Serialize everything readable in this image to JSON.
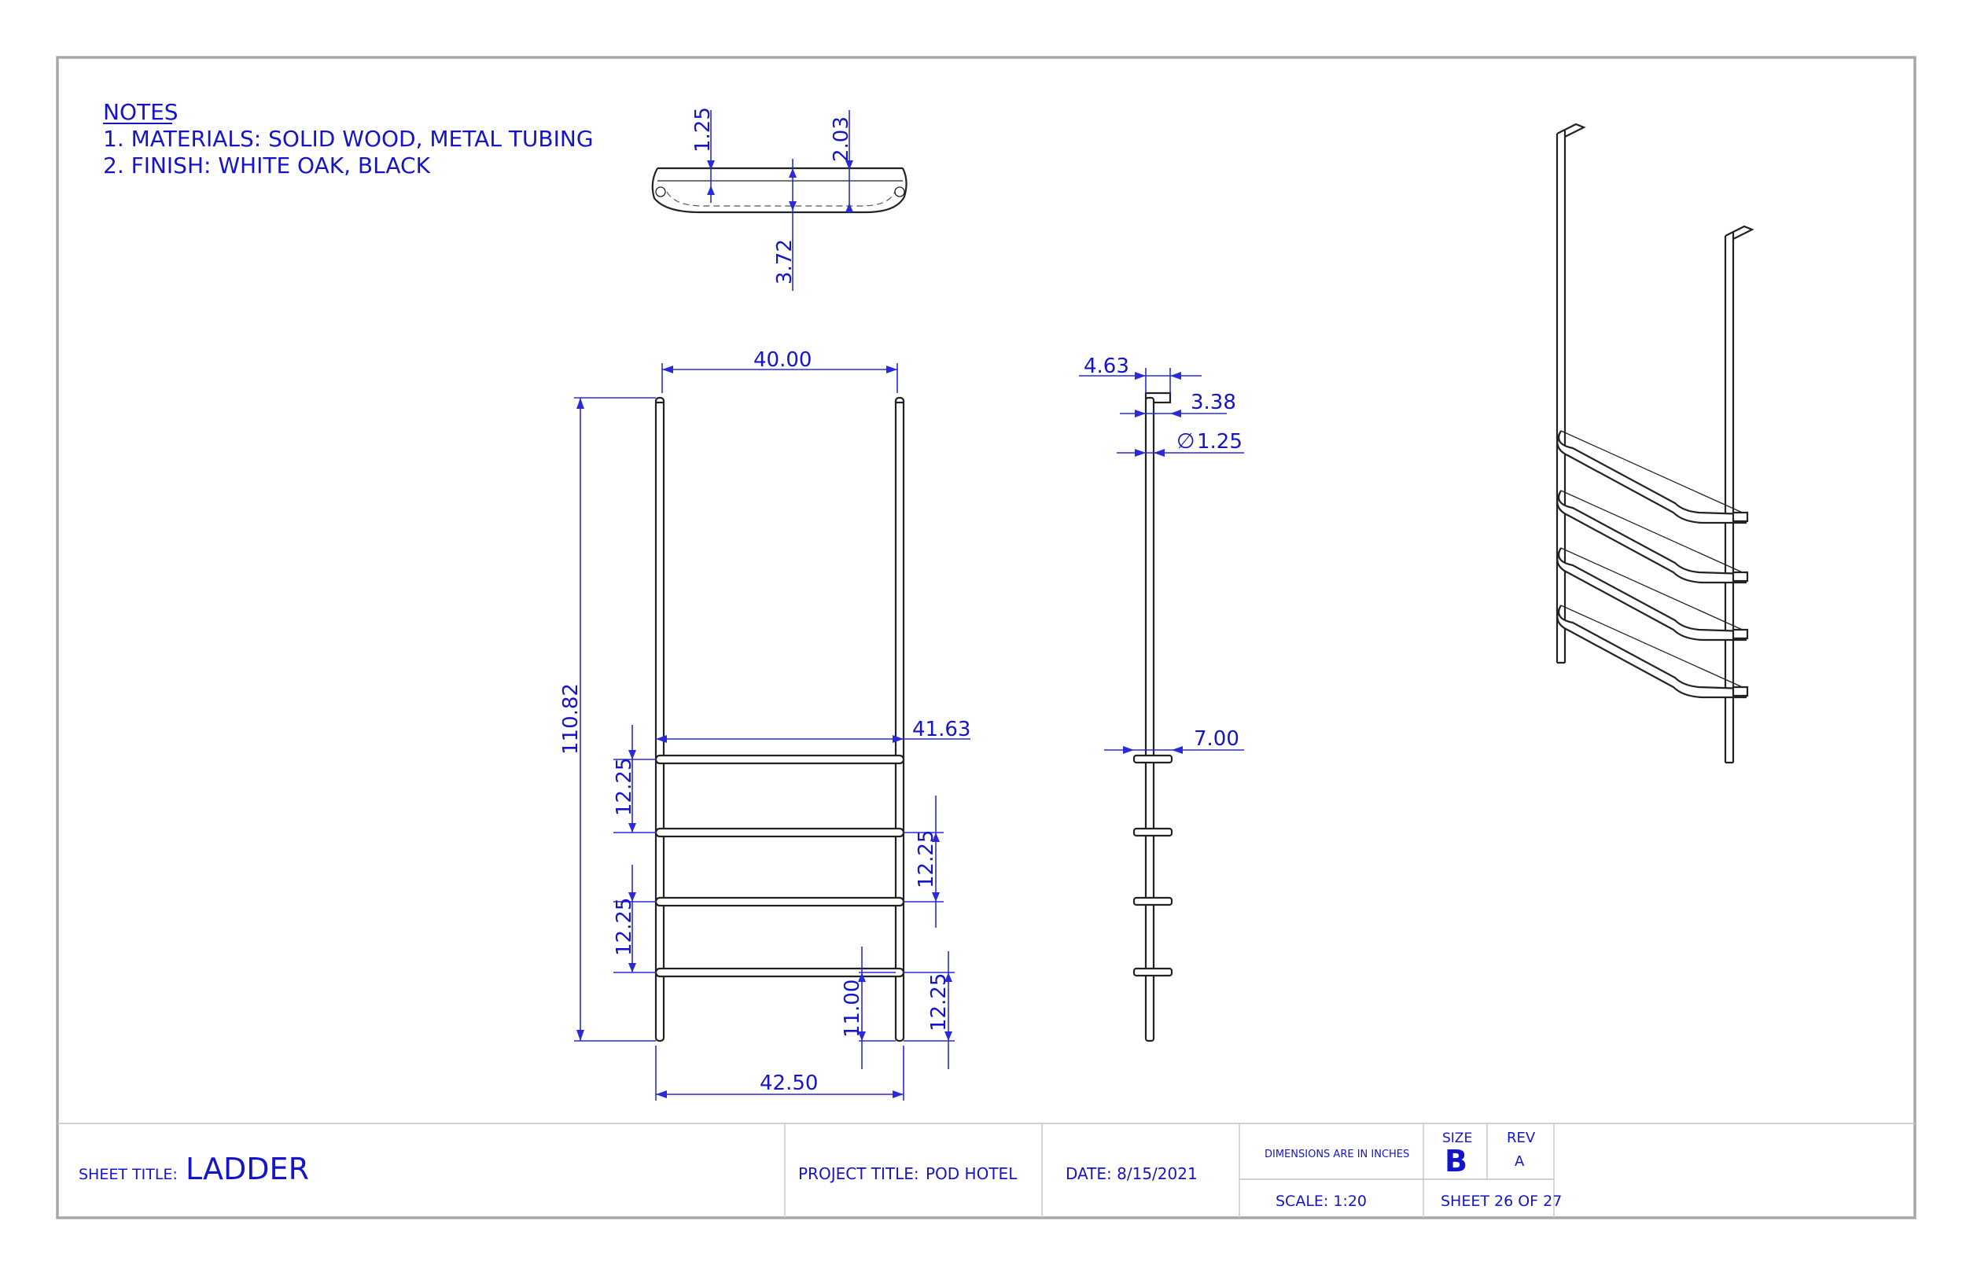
{
  "notes": {
    "heading": "NOTES",
    "lines": [
      "1. MATERIALS: SOLID WOOD, METAL TUBING",
      "2. FINISH: WHITE OAK, BLACK"
    ]
  },
  "dimensions": {
    "top": {
      "d1": "1.25",
      "d2": "2.03",
      "d3": "3.72"
    },
    "front": {
      "width_top": "40.00",
      "height": "110.82",
      "shelf_width": "41.63",
      "spacing_a": "12.25",
      "spacing_b": "12.25",
      "spacing_c": "12.25",
      "spacing_d": "12.25",
      "bottom_gap": "11.00",
      "width_bottom": "42.50"
    },
    "side": {
      "offset": "4.63",
      "hook": "3.38",
      "dia_symbol": "∅",
      "dia": "1.25",
      "depth": "7.00"
    }
  },
  "title_block": {
    "sheet_title_label": "SHEET TITLE:",
    "sheet_title": "LADDER",
    "project_title_label": "PROJECT TITLE:",
    "project_title": "POD HOTEL",
    "date": "DATE: 8/15/2021",
    "dimensions_note": "DIMENSIONS ARE IN INCHES",
    "size_label": "SIZE",
    "size": "B",
    "rev_label": "REV",
    "rev": "A",
    "scale": "SCALE: 1:20",
    "sheet_number": "SHEET 26 OF 27"
  }
}
